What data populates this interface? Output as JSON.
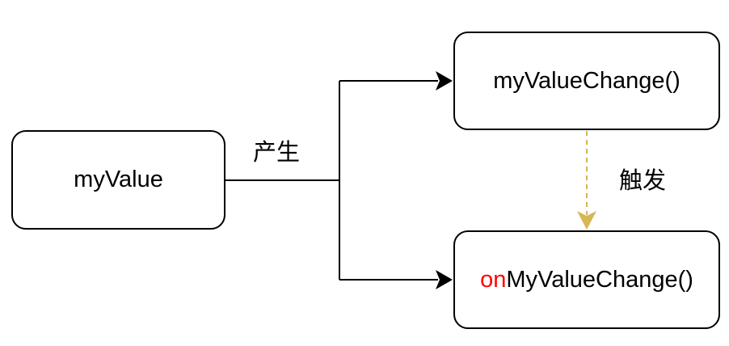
{
  "nodes": {
    "my_value": {
      "label": "myValue"
    },
    "value_change": {
      "label": "myValueChange()"
    },
    "on_value_change": {
      "prefix": "on",
      "label": "MyValueChange()"
    }
  },
  "edges": {
    "produce_label": "产生",
    "trigger_label": "触发"
  },
  "colors": {
    "stroke": "#000000",
    "highlight_prefix": "#ff0000",
    "trigger_arrow": "#d6b656",
    "background": "#ffffff"
  }
}
